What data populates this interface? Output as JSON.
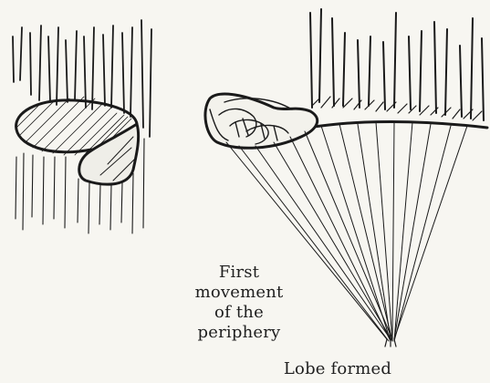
{
  "figure": {
    "left_panel": {
      "caption_line1": "First movement",
      "caption_line2": "of the periphery"
    },
    "right_panel": {
      "caption": "Lobe formed"
    }
  }
}
